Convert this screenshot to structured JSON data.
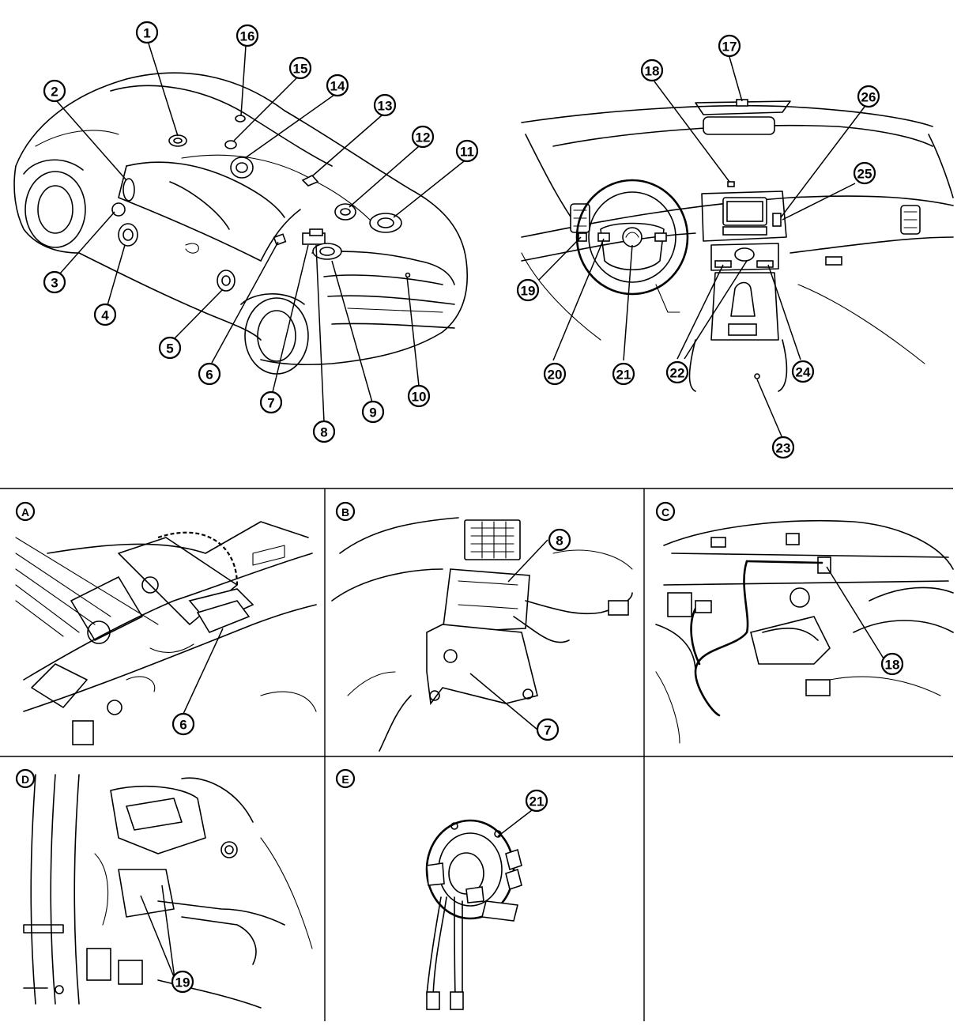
{
  "callouts": [
    "1",
    "2",
    "3",
    "4",
    "5",
    "6",
    "7",
    "8",
    "9",
    "10",
    "11",
    "12",
    "13",
    "14",
    "15",
    "16",
    "17",
    "18",
    "19",
    "20",
    "21",
    "22",
    "23",
    "24",
    "25",
    "26"
  ],
  "panels": {
    "A": {
      "letter": "A",
      "callouts": [
        "6"
      ]
    },
    "B": {
      "letter": "B",
      "callouts": [
        "8",
        "7"
      ]
    },
    "C": {
      "letter": "C",
      "callouts": [
        "18"
      ]
    },
    "D": {
      "letter": "D",
      "callouts": [
        "19"
      ]
    },
    "E": {
      "letter": "E",
      "callouts": [
        "21"
      ]
    }
  }
}
